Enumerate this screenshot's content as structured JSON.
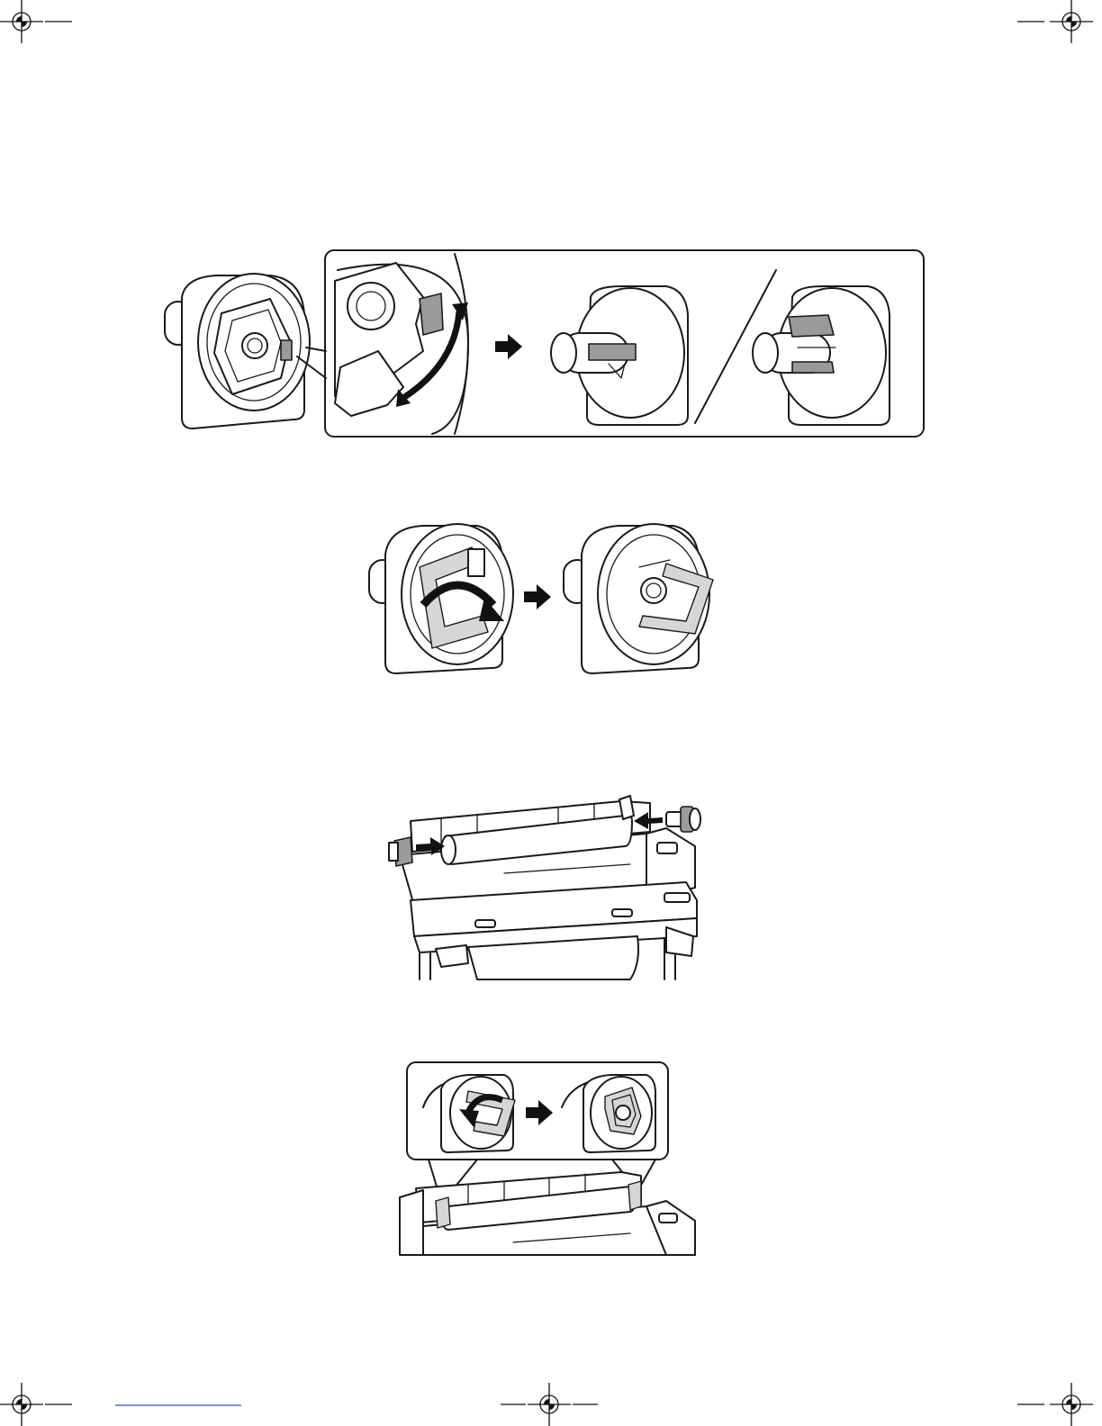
{
  "page": {
    "background": "#ffffff",
    "line_color": "#1a1a1a",
    "accent_gray": "#9a9a9a",
    "link_color": "#2a4fd6"
  },
  "figures": [
    {
      "id": "fig1",
      "subject": "roll-adapter-lever-switch"
    },
    {
      "id": "fig2",
      "subject": "roll-adapter-lock-release"
    },
    {
      "id": "fig3",
      "subject": "insert-adapters-into-paper-roll"
    },
    {
      "id": "fig4",
      "subject": "lock-adapters-on-printer"
    }
  ],
  "icons": [
    "arrow-right-icon",
    "double-arrow-icon",
    "registration-mark-icon"
  ]
}
